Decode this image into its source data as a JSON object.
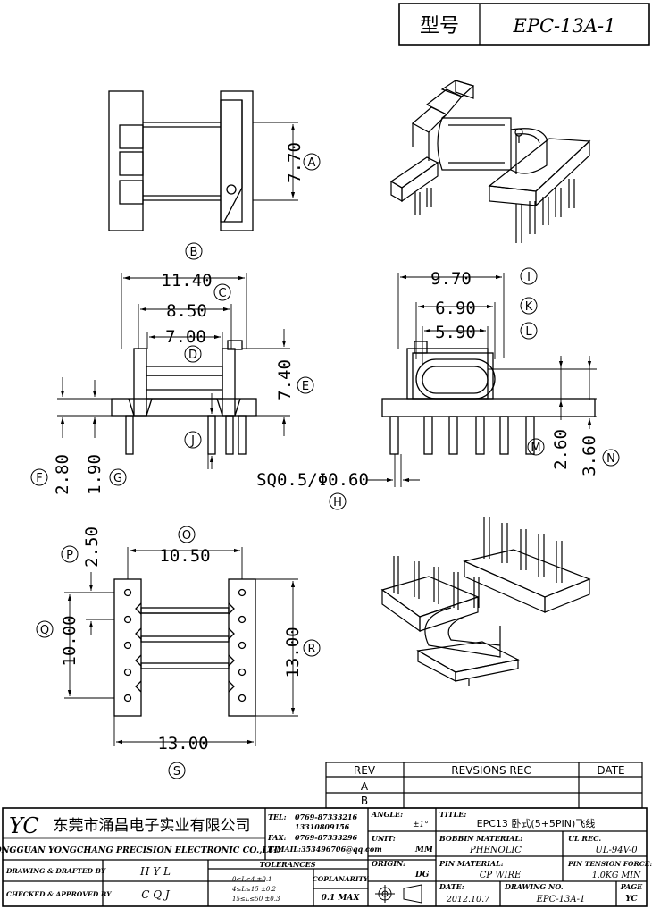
{
  "header": {
    "type_label": "型号",
    "part_no": "EPC-13A-1"
  },
  "dimensions": {
    "A": "7.70",
    "B": "11.40",
    "C": "8.50",
    "D": "7.00",
    "E": "7.40",
    "F": "2.80",
    "G": "1.90",
    "H": "SQ0.5/Φ0.60",
    "I": "9.70",
    "K": "6.90",
    "L": "5.90",
    "M": "2.60",
    "N": "3.60",
    "O": "10.50",
    "P": "2.50",
    "Q": "10.00",
    "R": "13.00",
    "S": "13.00"
  },
  "revision": {
    "col_rev": "REV",
    "col_rec": "REVSIONS REC",
    "col_date": "DATE",
    "rows": [
      "A",
      "B"
    ]
  },
  "company": {
    "logo": "YC",
    "name_cn": "东莞市涌昌电子实业有限公司",
    "name_en": "DONGGUAN YONGCHANG PRECISION ELECTRONIC CO.,LTD",
    "tel_label": "TEL:",
    "tel1": "0769-87333216",
    "tel2": "13310809156",
    "fax_label": "FAX:",
    "fax": "0769-87333296",
    "email": "E-MAIL:353496706@qq.com"
  },
  "titleblock": {
    "angle_label": "ANGLE:",
    "angle_value": "±1°",
    "title_label": "TITLE:",
    "title_value": "EPC13 卧式(5+5PIN)飞线",
    "unit_label": "UNIT:",
    "unit_value": "MM",
    "bobbin_label": "BOBBIN MATERIAL:",
    "bobbin_value": "PHENOLIC",
    "ul_label": "UL REC.",
    "ul_value": "UL-94V-0",
    "origin_label": "ORIGIN:",
    "origin_value": "DG",
    "pin_label": "PIN MATERIAL:",
    "pin_value": "CP WIRE",
    "tension_label": "PIN TENSION FORCE:",
    "tension_value": "1.0KG MIN",
    "drawn_label": "DRAWING & DRAFTED BY",
    "drawn_value": "H Y L",
    "checked_label": "CHECKED & APPROVED BY",
    "checked_value": "C Q J",
    "tol_label": "TOLERANCES",
    "tol1": "0≤L≤4    ±0.1",
    "tol2": "4≤L≤15   ±0.2",
    "tol3": "15≤L≤50  ±0.3",
    "cop_label": "COPLANARITY",
    "cop_value": "0.1 MAX",
    "date_label": "DATE:",
    "date_value": "2012.10.7",
    "dno_label": "DRAWING NO.",
    "dno_value": "EPC-13A-1",
    "page_label": "PAGE",
    "page_value": "YC"
  }
}
